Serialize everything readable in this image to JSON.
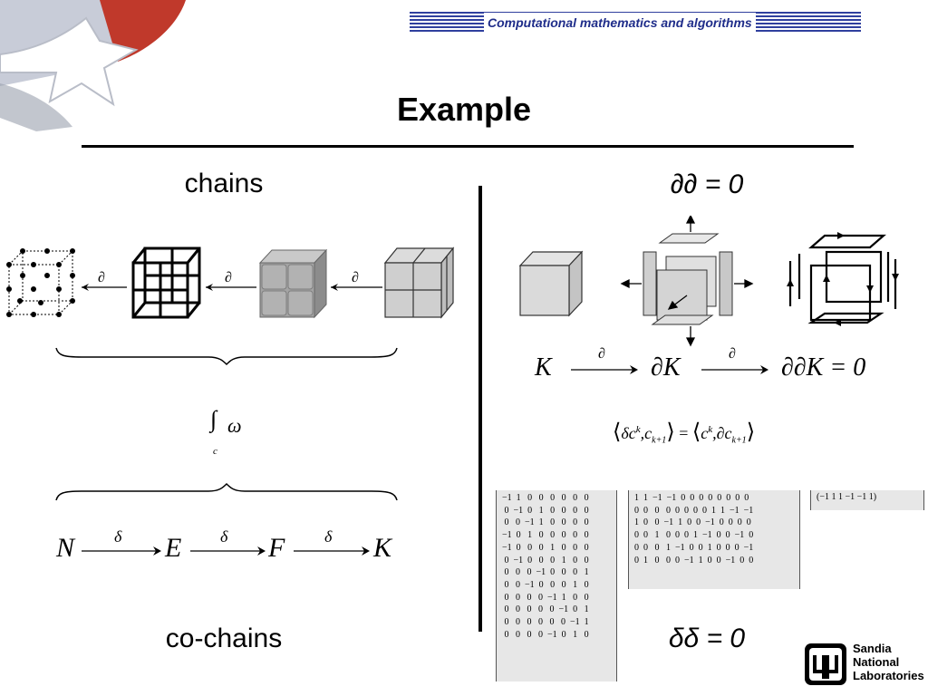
{
  "header": {
    "course": "Computational mathematics and algorithms"
  },
  "title": "Example",
  "left": {
    "top_label": "chains",
    "bottom_label": "co-chains",
    "boundary_op": "∂",
    "integral_var": "ω",
    "integral_sub": "c",
    "coboundary_chain": {
      "nodes": [
        "N",
        "E",
        "F",
        "K"
      ],
      "op": "δ"
    }
  },
  "right": {
    "top_eq": "∂∂ = 0",
    "bottom_eq": "δδ = 0",
    "boundary_chain": {
      "nodes": [
        "K",
        "∂K",
        "∂∂K = 0"
      ],
      "op": "∂"
    },
    "duality": {
      "lhs_inner": "δc",
      "lhs_sup": "k",
      "lhs_comma": ",c",
      "lhs_sub": "k+1",
      "equals": "=",
      "rhs_inner": "c",
      "rhs_sup": "k",
      "rhs_comma": ",∂c",
      "rhs_sub": "k+1"
    },
    "matrix_1": [
      "−1  1   0   0   0   0   0   0",
      " 0  −1  0   1   0   0   0   0",
      " 0   0  −1  1   0   0   0   0",
      "−1  0   1   0   0   0   0   0",
      "−1  0   0   0   1   0   0   0",
      " 0  −1  0   0   0   1   0   0",
      " 0   0   0  −1  0   0   0   1",
      " 0   0  −1  0   0   0   1   0",
      " 0   0   0   0  −1  1   0   0",
      " 0   0   0   0   0  −1  0   1",
      " 0   0   0   0   0   0  −1  1",
      " 0   0   0   0  −1  0   1   0"
    ],
    "matrix_2": [
      "1  1  −1  −1  0  0  0  0  0  0  0  0",
      "0  0   0   0  0  0  0  0  1  1  −1  −1",
      "1  0   0  −1  1  0  0  −1  0  0  0  0",
      "0  0   1   0  0  0  1  −1  0  0  −1  0",
      "0  0   0   1  −1  0  0  1  0  0  0  −1",
      "0  1   0   0  0  −1  1  0  0  −1  0  0"
    ],
    "matrix_3": "(−1   1   1   −1   −1   1)"
  },
  "logo": {
    "line1": "Sandia",
    "line2": "National",
    "line3": "Laboratories"
  },
  "colors": {
    "header_stripe": "#2f3f9e",
    "header_text": "#1f2d8a",
    "matrix_bg": "#e7e7e7"
  }
}
